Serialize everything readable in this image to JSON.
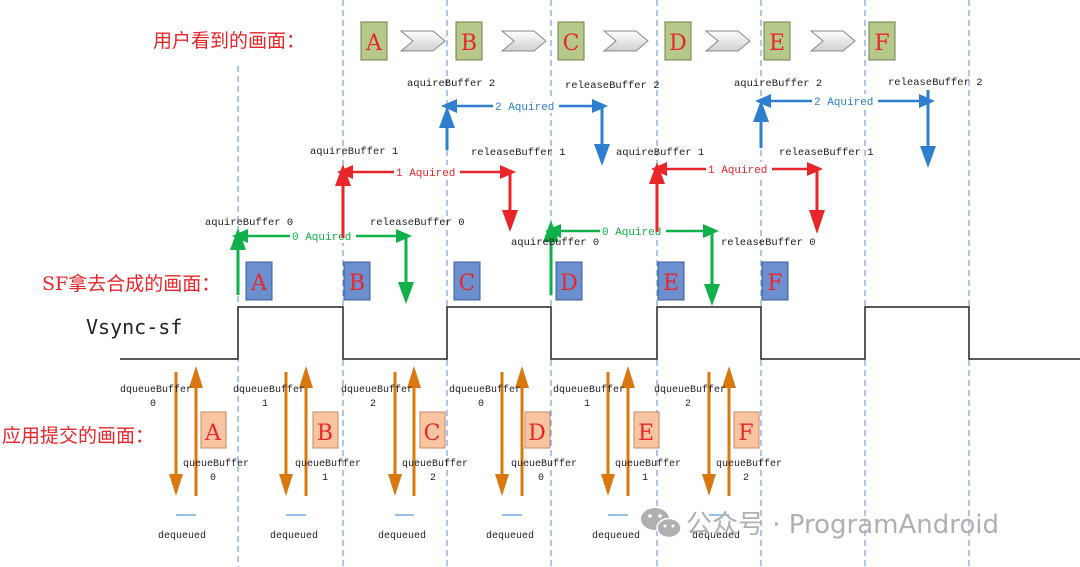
{
  "labels": {
    "user_row": "用户看到的画面：",
    "sf_row": "SF拿去合成的画面：",
    "app_row": "应用提交的画面：",
    "vsync": "Vsync-sf"
  },
  "user_frames": [
    "A",
    "B",
    "C",
    "D",
    "E",
    "F"
  ],
  "sf_frames": [
    "A",
    "B",
    "C",
    "D",
    "E",
    "F"
  ],
  "app_frames": [
    "A",
    "B",
    "C",
    "D",
    "E",
    "F"
  ],
  "buffer0": {
    "acquire": "aquireBuffer 0",
    "release": "releaseBuffer 0",
    "acquired": "0 Aquired"
  },
  "buffer1": {
    "acquire": "aquireBuffer 1",
    "release": "releaseBuffer 1",
    "acquired": "1 Aquired"
  },
  "buffer2": {
    "acquire": "aquireBuffer 2",
    "release": "releaseBuffer 2",
    "acquired": "2 Aquired"
  },
  "app_cycle": {
    "dequeue_prefix": "dqueueBuffer",
    "queue_prefix": "queueBuffer",
    "dequeued": "dequeued",
    "buffer_ids": [
      "0",
      "1",
      "2",
      "0",
      "1",
      "2"
    ]
  },
  "watermark": {
    "text": "公众号 · ProgramAndroid",
    "icon": "wechat-icon"
  },
  "colors": {
    "red": "#e8262a",
    "green": "#10b04a",
    "blue": "#2f7fd0",
    "orange": "#d9780f",
    "sf_box": "#6b8fcf",
    "user_box": "#b6c98a",
    "app_box": "#f8c4a2",
    "vsync_line": "#222222",
    "guide": "#5b8fd6"
  }
}
